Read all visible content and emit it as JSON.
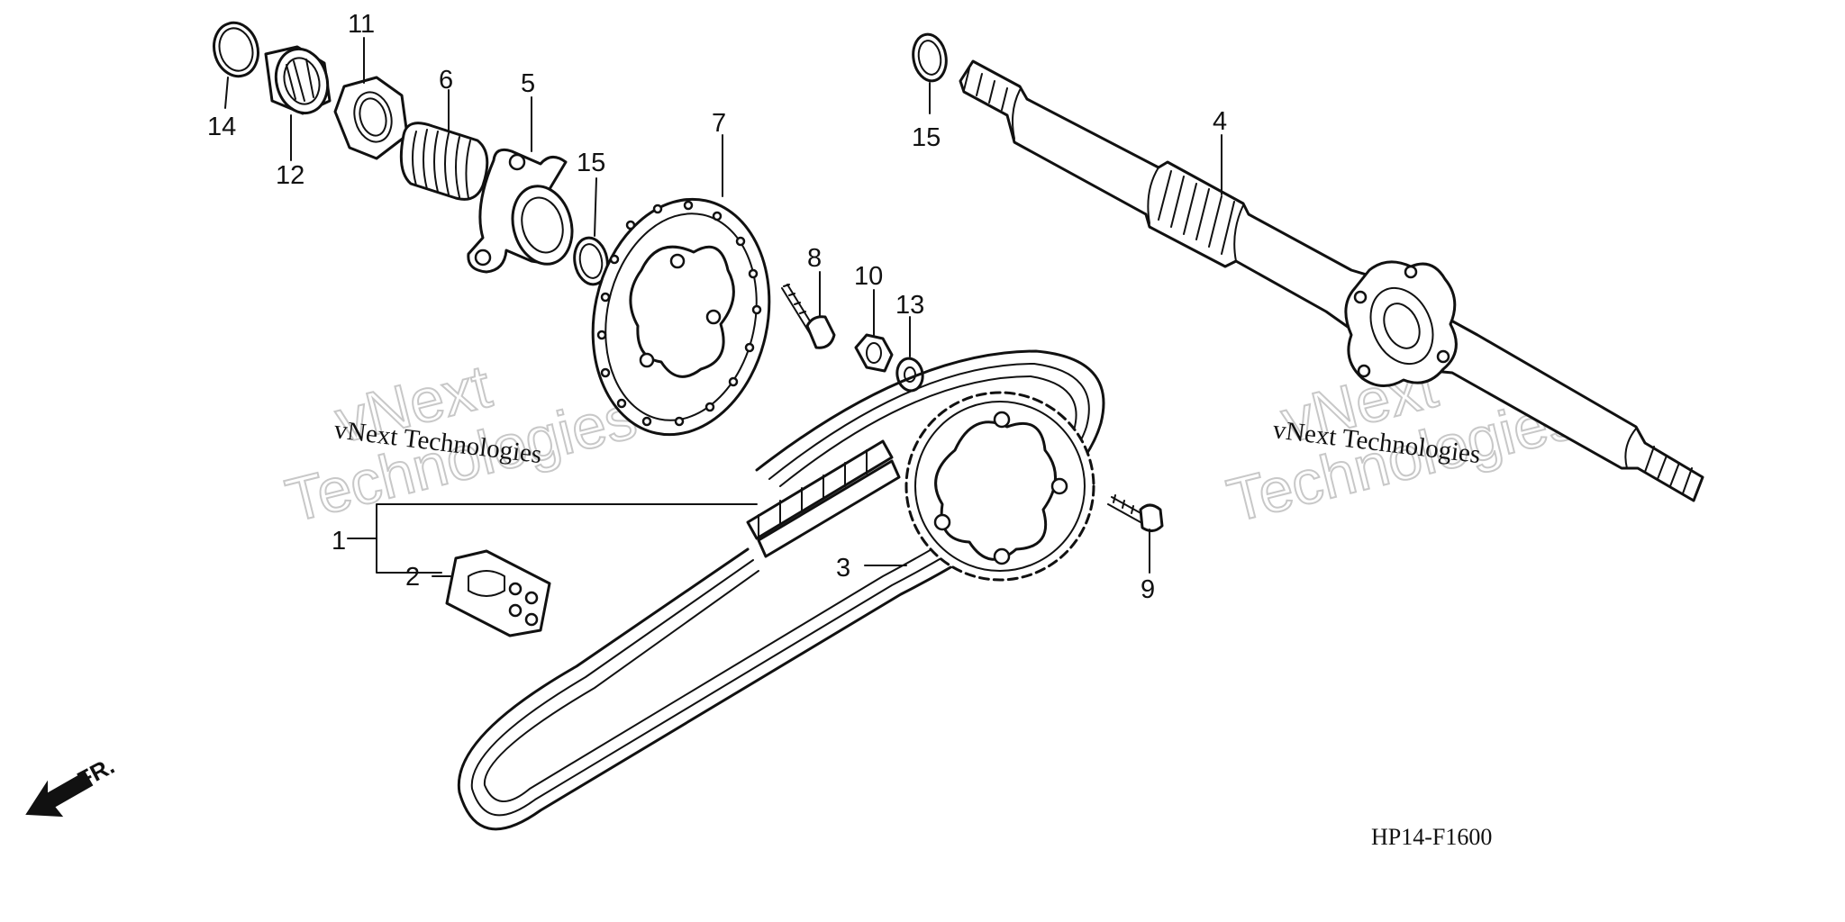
{
  "callouts": {
    "c1": "1",
    "c2": "2",
    "c3": "3",
    "c4": "4",
    "c5": "5",
    "c6": "6",
    "c7": "7",
    "c8": "8",
    "c9": "9",
    "c10": "10",
    "c11": "11",
    "c12": "12",
    "c13": "13",
    "c14": "14",
    "c15a": "15",
    "c15b": "15"
  },
  "watermark": {
    "brand": "vNext",
    "word": "Technologies",
    "label": "vNext Technologies"
  },
  "figure_code": "HP14-F1600",
  "front_marker": "FR."
}
